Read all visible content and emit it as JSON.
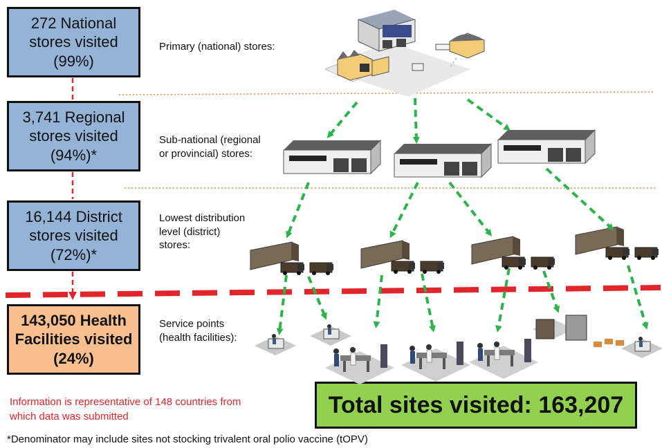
{
  "levels": [
    {
      "box_text": "272 National\nstores visited\n(99%)",
      "label": "Primary  (national) stores:"
    },
    {
      "box_text": "3,741 Regional\nstores visited\n(94%)*",
      "label": "Sub-national (regional\nor provincial) stores:"
    },
    {
      "box_text": "16,144 District\nstores visited\n(72%)*",
      "label": "Lowest distribution\nlevel (district)\nstores:"
    },
    {
      "box_text": "143,050 Health\nFacilities visited\n(24%)",
      "label": "Service points\n(health facilities):"
    }
  ],
  "note": "Information is representative of 148 countries from\nwhich data was submitted",
  "total": "Total sites visited: 163,207",
  "footnote": "*Denominator may include sites not stocking trivalent oral polio vaccine (tOPV)",
  "colors": {
    "box_blue": "#95b3d7",
    "box_orange": "#f9bf8f",
    "total_green": "#92d050",
    "arrow_green": "#2db34a",
    "connector_red": "#e0252b"
  },
  "icons": {
    "national": "national-warehouse-complex-icon",
    "regional": "regional-warehouse-icon",
    "district": "district-store-with-vans-icon",
    "health": "health-facility-icon"
  }
}
